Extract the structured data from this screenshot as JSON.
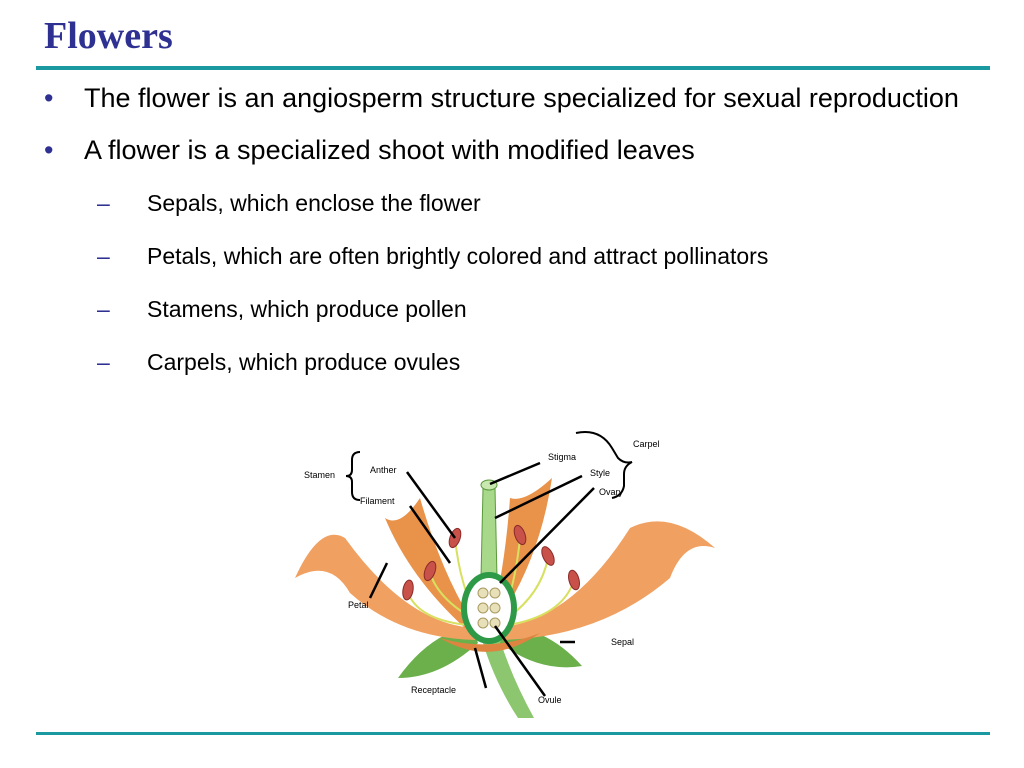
{
  "slide": {
    "title": "Flowers",
    "bullets": [
      {
        "text": "The flower is an angiosperm structure specialized for sexual reproduction"
      },
      {
        "text": "A flower is a specialized shoot with modified leaves"
      }
    ],
    "sub_bullets": [
      {
        "text": "Sepals, which enclose the flower"
      },
      {
        "text": "Petals, which are often brightly colored and attract pollinators"
      },
      {
        "text": "Stamens, which produce pollen"
      },
      {
        "text": "Carpels, which produce ovules"
      }
    ],
    "bullet_marker": "•",
    "sub_marker": "–",
    "colors": {
      "title": "#2e3192",
      "rule": "#1a9aa0",
      "petal": "#f0a060",
      "sepal": "#6bb04a",
      "anther": "#c8524a",
      "stalk": "#a8d88a"
    }
  },
  "diagram": {
    "labels": {
      "carpel": "Carpel",
      "stigma": "Stigma",
      "style": "Style",
      "ovary": "Ovary",
      "stamen": "Stamen",
      "anther": "Anther",
      "filament": "Filament",
      "petal": "Petal",
      "sepal": "Sepal",
      "receptacle": "Receptacle",
      "ovule": "Ovule"
    }
  }
}
